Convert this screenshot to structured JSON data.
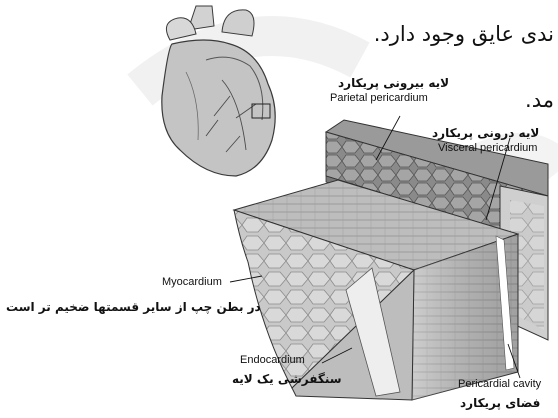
{
  "text": {
    "heading_line1": "ندی عایق وجود دارد.",
    "heading_line2": "مد.",
    "parietal_fa": "لایه بیرونی پریکارد",
    "parietal_en": "Parietal pericardium",
    "visceral_fa": "لایه درونی پریکارد",
    "visceral_en": "Visceral pericardium",
    "myocardium_en": "Myocardium",
    "myocardium_fa": "در بطن چپ از سایر قسمتها ضخیم تر است",
    "endocardium_en": "Endocardium",
    "endocardium_fa": "سنگفرشی یک لایه",
    "cavity_en": "Pericardial cavity",
    "cavity_fa": "فضای پریکارد"
  },
  "icons": {
    "heart": "heart-illustration",
    "tissue": "heart-wall-layers-illustration"
  },
  "colors": {
    "tissue_light": "#cfcfcf",
    "tissue_mid": "#a9a9a9",
    "tissue_dark": "#6f6f6f",
    "outline": "#3a3a3a"
  }
}
